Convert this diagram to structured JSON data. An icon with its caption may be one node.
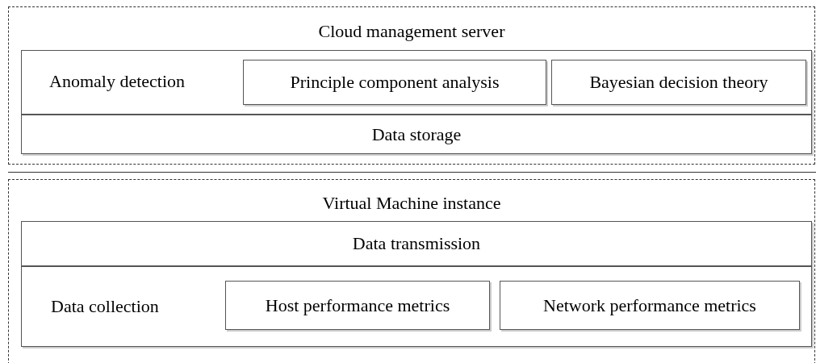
{
  "diagram": {
    "nodes": [
      {
        "text": [
          "Cloud management server"
        ]
      },
      {
        "text": [
          "Anomaly detection"
        ],
        "in": 0
      },
      {
        "text": [
          "Principle component analysis"
        ],
        "in": 1
      },
      {
        "text": [
          "Bayesian decision theory"
        ],
        "in": 1
      },
      {
        "text": [
          "Data storage"
        ],
        "in": 0
      },
      {
        "text": [
          "Virtual Machine instance"
        ]
      },
      {
        "text": [
          "Data transmission"
        ],
        "in": 5
      },
      {
        "text": [
          "Data collection"
        ],
        "in": 5
      },
      {
        "text": [
          "Host performance metrics"
        ],
        "in": 7
      },
      {
        "text": [
          "Network performance metrics"
        ],
        "in": 7
      }
    ]
  }
}
